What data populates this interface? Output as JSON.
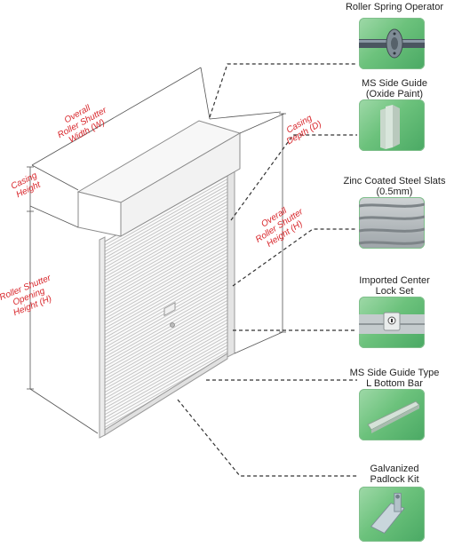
{
  "dimensions": {
    "overall_width": [
      "Overall",
      "Roller Shutter",
      "Width (W)"
    ],
    "casing_depth": [
      "Casing",
      "Depth (D)"
    ],
    "casing_height": [
      "Casing",
      "Height"
    ],
    "overall_height": [
      "Overall",
      "Roller Shutter",
      "Height (H)"
    ],
    "opening_height": [
      "Roller Shutter",
      "Opening",
      "Height (H)"
    ]
  },
  "components": [
    {
      "line1": "Roller Spring Operator",
      "line2": "",
      "icon": "spring-operator-icon"
    },
    {
      "line1": "MS Side Guide",
      "line2": "(Oxide Paint)",
      "icon": "side-guide-icon"
    },
    {
      "line1": "Zinc Coated Steel Slats",
      "line2": "(0.5mm)",
      "icon": "steel-slats-icon"
    },
    {
      "line1": "Imported Center",
      "line2": "Lock Set",
      "icon": "center-lock-icon"
    },
    {
      "line1": "MS Side Guide Type",
      "line2": "L Bottom Bar",
      "icon": "bottom-bar-icon"
    },
    {
      "line1": "Galvanized",
      "line2": "Padlock Kit",
      "icon": "padlock-kit-icon"
    }
  ],
  "colors": {
    "dimension_text": "#d8262b",
    "thumbnail_green": "#6cc27c",
    "line_gray": "#555555"
  }
}
